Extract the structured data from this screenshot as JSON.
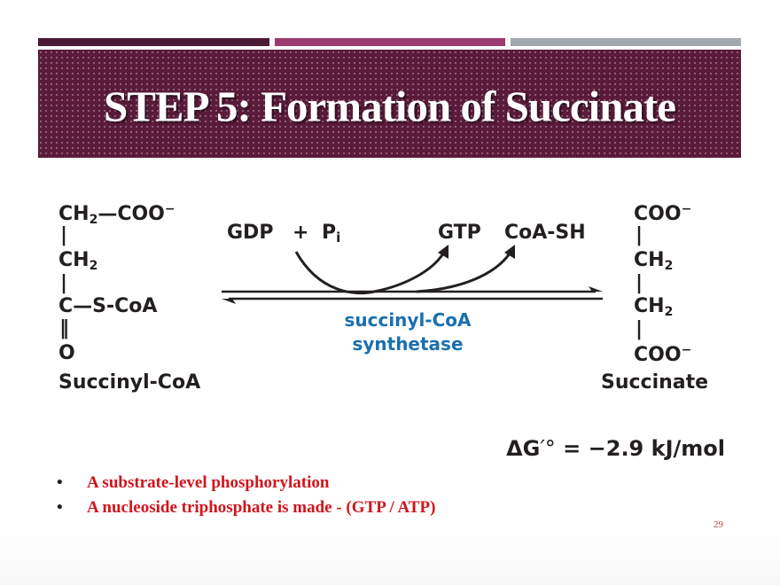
{
  "slide": {
    "title": "STEP 5: Formation of Succinate",
    "page_number": "29"
  },
  "reaction": {
    "substrate": {
      "line1": "CH2—COO−",
      "line2": "CH2",
      "line3": "C—S-CoA",
      "line4": "O",
      "name": "Succinyl-CoA"
    },
    "product": {
      "line1": "COO−",
      "line2": "CH2",
      "line3": "CH2",
      "line4": "COO−",
      "name": "Succinate"
    },
    "inputs": {
      "gdp": "GDP",
      "plus": "+",
      "pi": "Pi"
    },
    "outputs": {
      "gtp": "GTP",
      "coash": "CoA-SH"
    },
    "enzyme": {
      "line1": "succinyl-CoA",
      "line2": "synthetase"
    },
    "delta_g": "ΔG′° = −2.9 kJ/mol"
  },
  "bullets": [
    "A substrate-level phosphorylation",
    "A nucleoside triphosphate is made - (GTP / ATP)"
  ],
  "colors": {
    "banner": "#5a1b3a",
    "enzyme_text": "#1a6fb0",
    "bullet_text": "#d1141b"
  }
}
